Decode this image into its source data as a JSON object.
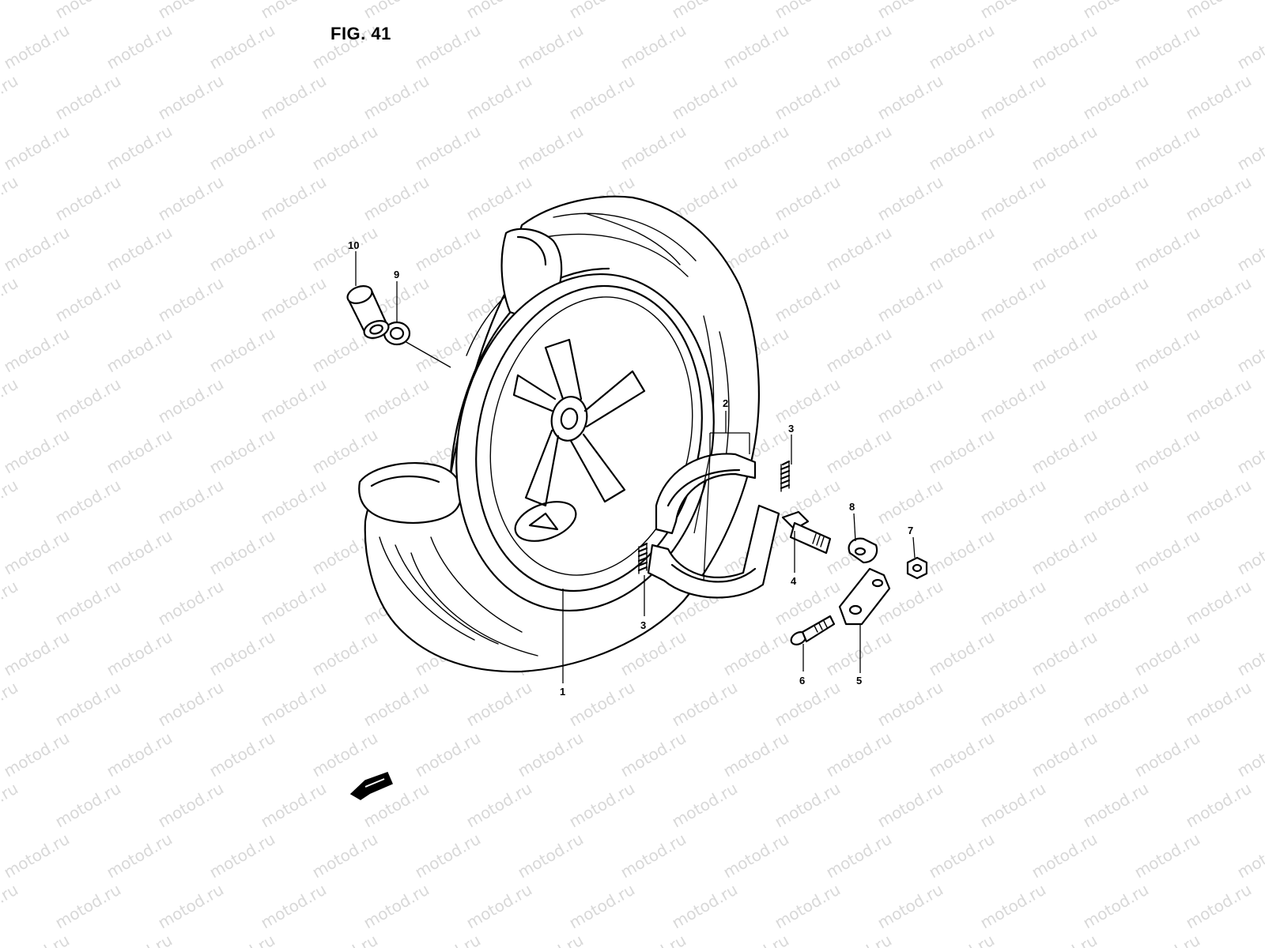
{
  "figure": {
    "title": "FIG. 41"
  },
  "watermark": {
    "text": "motod.ru",
    "color": "#d8d8d8"
  },
  "callouts": [
    {
      "id": "1",
      "label": "1"
    },
    {
      "id": "2",
      "label": "2"
    },
    {
      "id": "3a",
      "label": "3"
    },
    {
      "id": "3b",
      "label": "3"
    },
    {
      "id": "4",
      "label": "4"
    },
    {
      "id": "5",
      "label": "5"
    },
    {
      "id": "6",
      "label": "6"
    },
    {
      "id": "7",
      "label": "7"
    },
    {
      "id": "8",
      "label": "8"
    },
    {
      "id": "9",
      "label": "9"
    },
    {
      "id": "10",
      "label": "10"
    }
  ],
  "icons": {
    "front_arrow": "front-direction-arrow-icon"
  }
}
